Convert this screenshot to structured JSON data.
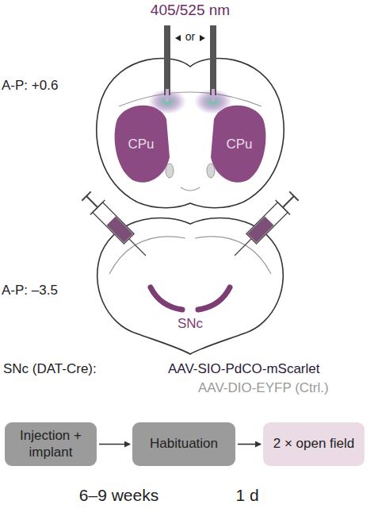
{
  "diagram": {
    "nodes": [
      {
        "text": [
          "Injection + implant"
        ]
      },
      {
        "text": [
          "Habituation"
        ]
      },
      {
        "text": [
          "2 × open field"
        ]
      }
    ],
    "edges": [
      {
        "from": 0,
        "to": 1,
        "arrow": "to"
      },
      {
        "from": 1,
        "to": 2,
        "arrow": "to"
      }
    ],
    "labels": [
      "405/525 nm",
      "or",
      "A-P: +0.6",
      "CPu",
      "CPu",
      "A-P: –3.5",
      "SNc",
      "SNc (DAT-Cre):",
      "AAV-SIO-PdCO-mScarlet",
      "AAV-DIO-EYFP (Ctrl.)",
      "6–9 weeks",
      "1 d"
    ]
  }
}
